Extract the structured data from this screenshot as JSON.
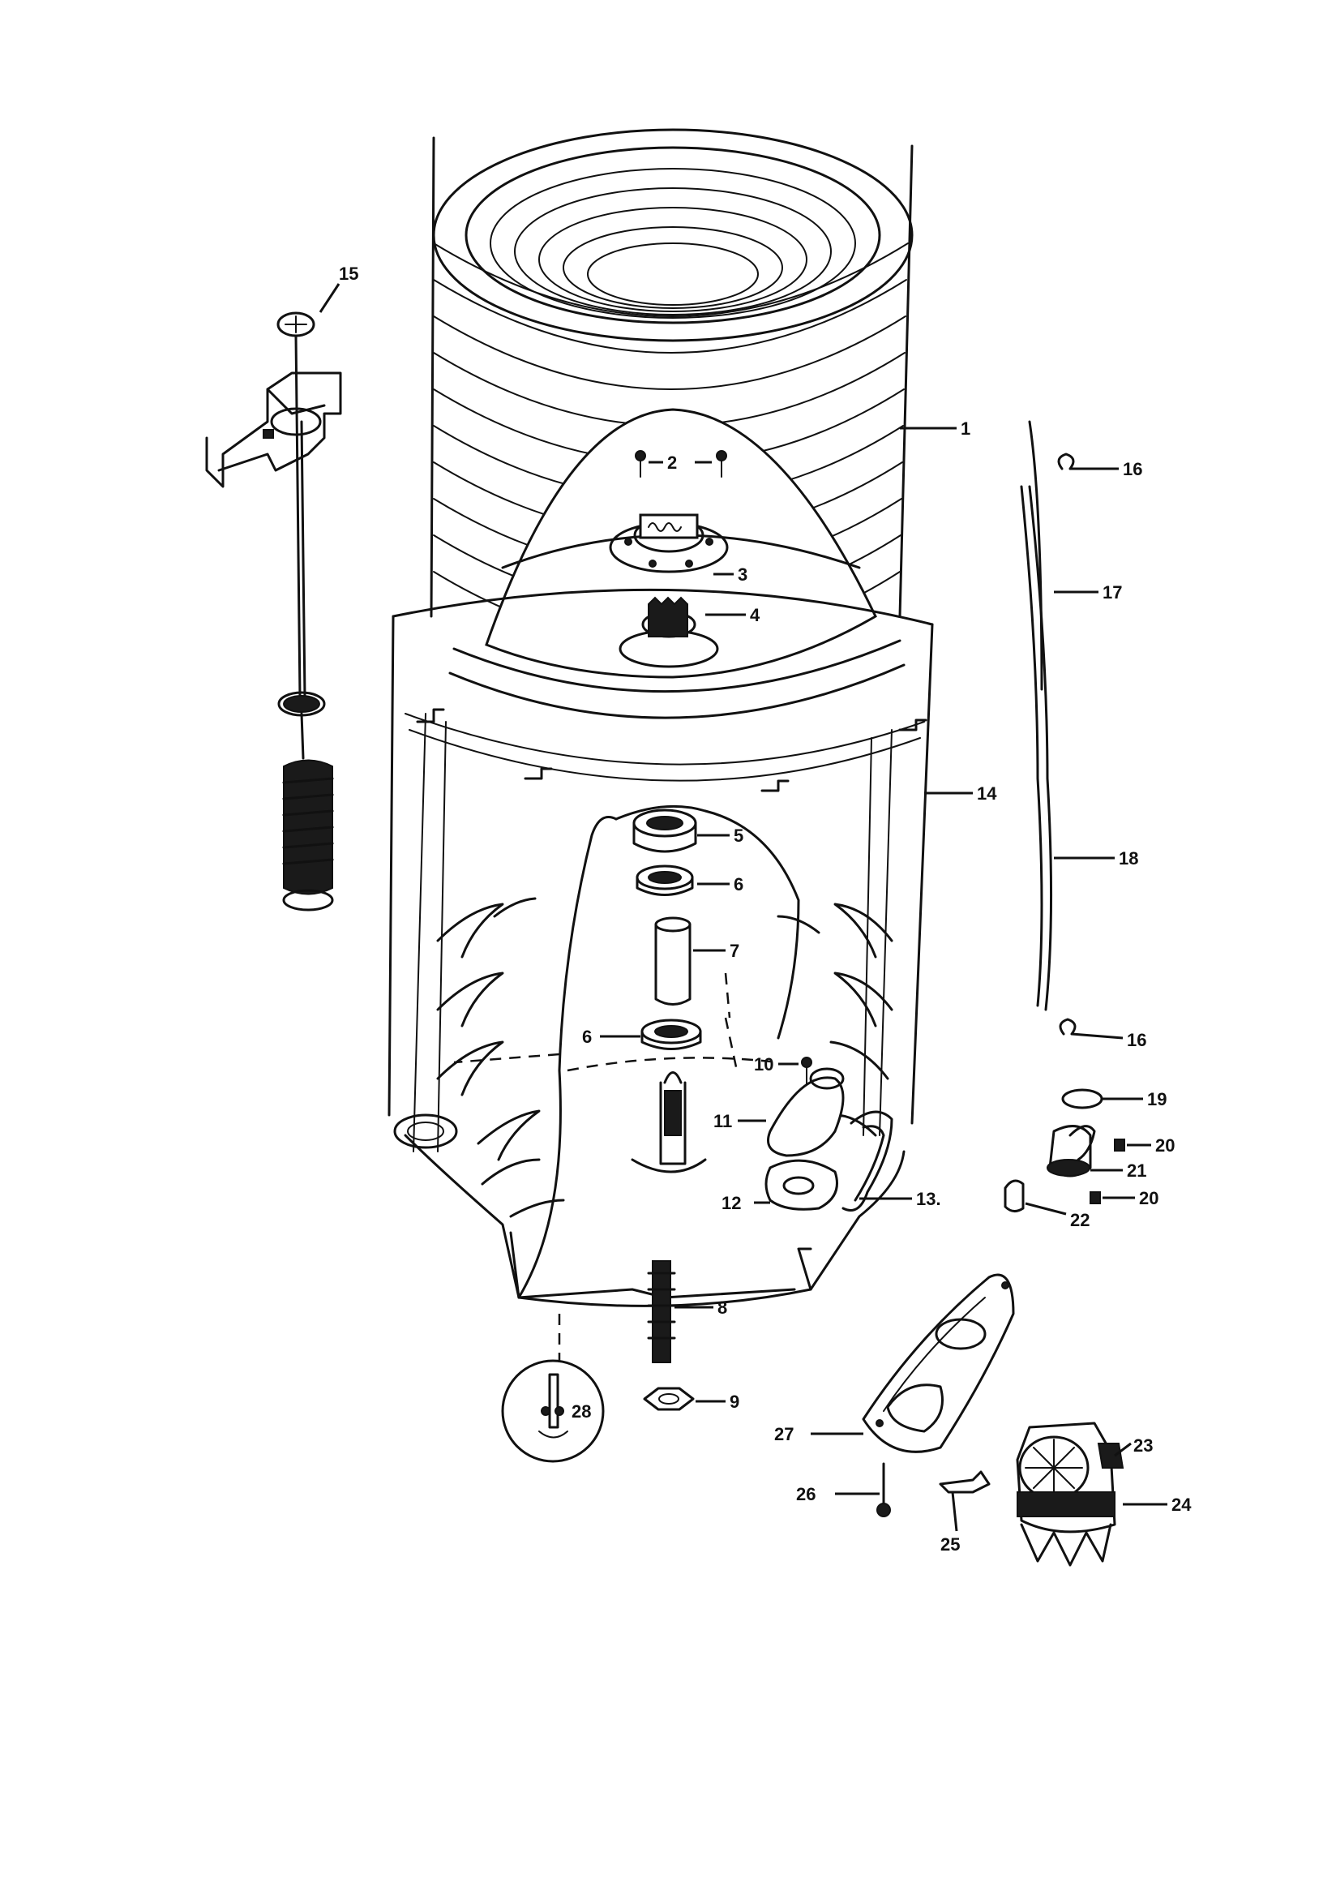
{
  "callouts": [
    {
      "id": "c1",
      "text": "1"
    },
    {
      "id": "c2",
      "text": "2"
    },
    {
      "id": "c3",
      "text": "3"
    },
    {
      "id": "c4",
      "text": "4"
    },
    {
      "id": "c5",
      "text": "5"
    },
    {
      "id": "c6a",
      "text": "6"
    },
    {
      "id": "c6b",
      "text": "6"
    },
    {
      "id": "c7",
      "text": "7"
    },
    {
      "id": "c8",
      "text": "8"
    },
    {
      "id": "c9",
      "text": "9"
    },
    {
      "id": "c10",
      "text": "10"
    },
    {
      "id": "c11",
      "text": "11"
    },
    {
      "id": "c12",
      "text": "12"
    },
    {
      "id": "c13",
      "text": "13."
    },
    {
      "id": "c14",
      "text": "14"
    },
    {
      "id": "c15",
      "text": "15"
    },
    {
      "id": "c16a",
      "text": "16"
    },
    {
      "id": "c16b",
      "text": "16"
    },
    {
      "id": "c17",
      "text": "17"
    },
    {
      "id": "c18",
      "text": "18"
    },
    {
      "id": "c19",
      "text": "19"
    },
    {
      "id": "c20a",
      "text": "20"
    },
    {
      "id": "c20b",
      "text": "20"
    },
    {
      "id": "c21",
      "text": "21"
    },
    {
      "id": "c22",
      "text": "22"
    },
    {
      "id": "c23",
      "text": "23"
    },
    {
      "id": "c24",
      "text": "24"
    },
    {
      "id": "c25",
      "text": "25"
    },
    {
      "id": "c26",
      "text": "26"
    },
    {
      "id": "c27",
      "text": "27"
    },
    {
      "id": "c28",
      "text": "28"
    }
  ],
  "colors": {
    "ink": "#111111",
    "paper": "#ffffff"
  }
}
